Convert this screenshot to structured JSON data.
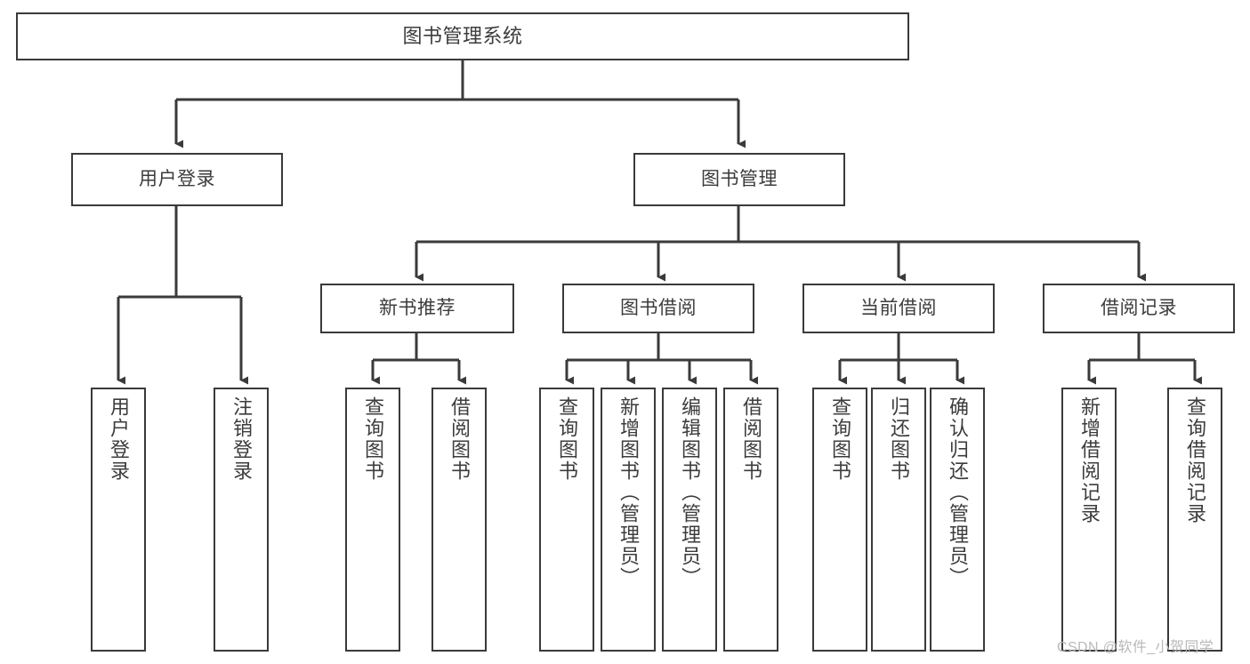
{
  "diagram": {
    "title": "图书管理系统",
    "type": "tree-hierarchy-chart",
    "watermark": "CSDN @软件_小贺同学",
    "colors": {
      "border": "#3a3a3a",
      "text": "#3c3c3c",
      "edge": "#3a3a3a",
      "background": "#ffffff",
      "watermark": "#b9b9b9"
    },
    "root": {
      "label": "图书管理系统"
    },
    "level1": [
      {
        "id": "user-login",
        "label": "用户登录"
      },
      {
        "id": "book-manage",
        "label": "图书管理"
      }
    ],
    "level2": [
      {
        "id": "new-book-recommend",
        "label": "新书推荐"
      },
      {
        "id": "book-borrow",
        "label": "图书借阅"
      },
      {
        "id": "current-borrow",
        "label": "当前借阅"
      },
      {
        "id": "borrow-record",
        "label": "借阅记录"
      }
    ],
    "leaves": {
      "user-login": [
        {
          "id": "leaf-user-login",
          "label": "用户登录"
        },
        {
          "id": "leaf-logout",
          "label": "注销登录"
        }
      ],
      "new-book-recommend": [
        {
          "id": "leaf-query-book-1",
          "label": "查询图书"
        },
        {
          "id": "leaf-borrow-book-1",
          "label": "借阅图书"
        }
      ],
      "book-borrow": [
        {
          "id": "leaf-query-book-2",
          "label": "查询图书"
        },
        {
          "id": "leaf-add-book",
          "label": "新增图书（管理员）"
        },
        {
          "id": "leaf-edit-book",
          "label": "编辑图书（管理员）"
        },
        {
          "id": "leaf-borrow-book-2",
          "label": "借阅图书"
        }
      ],
      "current-borrow": [
        {
          "id": "leaf-query-book-3",
          "label": "查询图书"
        },
        {
          "id": "leaf-return-book",
          "label": "归还图书"
        },
        {
          "id": "leaf-confirm-return",
          "label": "确认归还（管理员）"
        }
      ],
      "borrow-record": [
        {
          "id": "leaf-add-record",
          "label": "新增借阅记录"
        },
        {
          "id": "leaf-query-record",
          "label": "查询借阅记录"
        }
      ]
    }
  }
}
